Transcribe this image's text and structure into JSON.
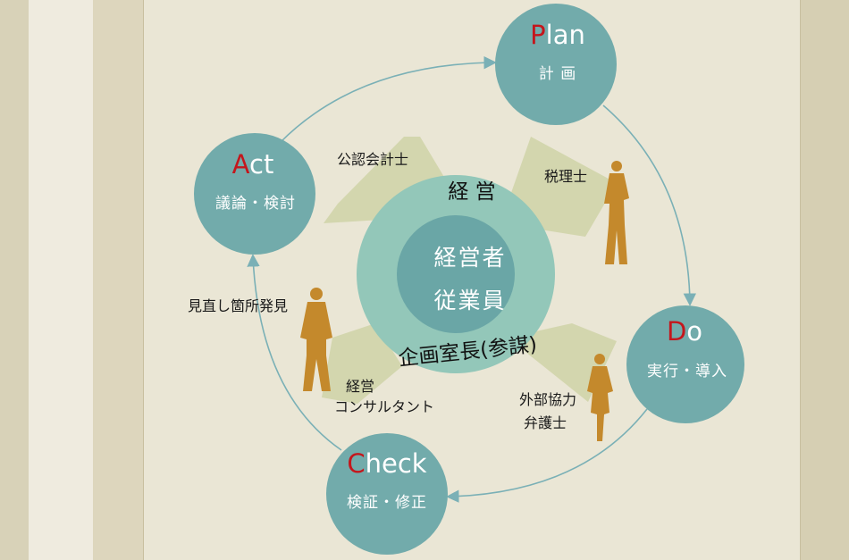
{
  "cycle": {
    "plan": {
      "initial": "P",
      "rest": "lan",
      "label": "計 画"
    },
    "do": {
      "initial": "D",
      "rest": "o",
      "label": "実行・導入"
    },
    "check": {
      "initial": "C",
      "rest": "heck",
      "label": "検証・修正"
    },
    "act": {
      "initial": "A",
      "rest": "ct",
      "label": "議論・検討"
    }
  },
  "core": {
    "outer_label": "経 営",
    "bottom_label": "企画室長(参謀)",
    "inner_line1": "経営者",
    "inner_line2": "従業員"
  },
  "advisors": {
    "cpa": "公認会計士",
    "tax": "税理士",
    "lawyer_line1": "外部協力",
    "lawyer_line2": "弁護士",
    "consultant_line1": "経営",
    "consultant_line2": "コンサルタント"
  },
  "arrow_note": "見直し箇所発見",
  "colors": {
    "circle": "#72abab",
    "ring": "#93c7b9",
    "core": "#6aa6a6",
    "accent_red": "#c4161c",
    "wedge": "#d3d6ae",
    "figure": "#c4892c",
    "arrow": "#7ab0b6"
  }
}
